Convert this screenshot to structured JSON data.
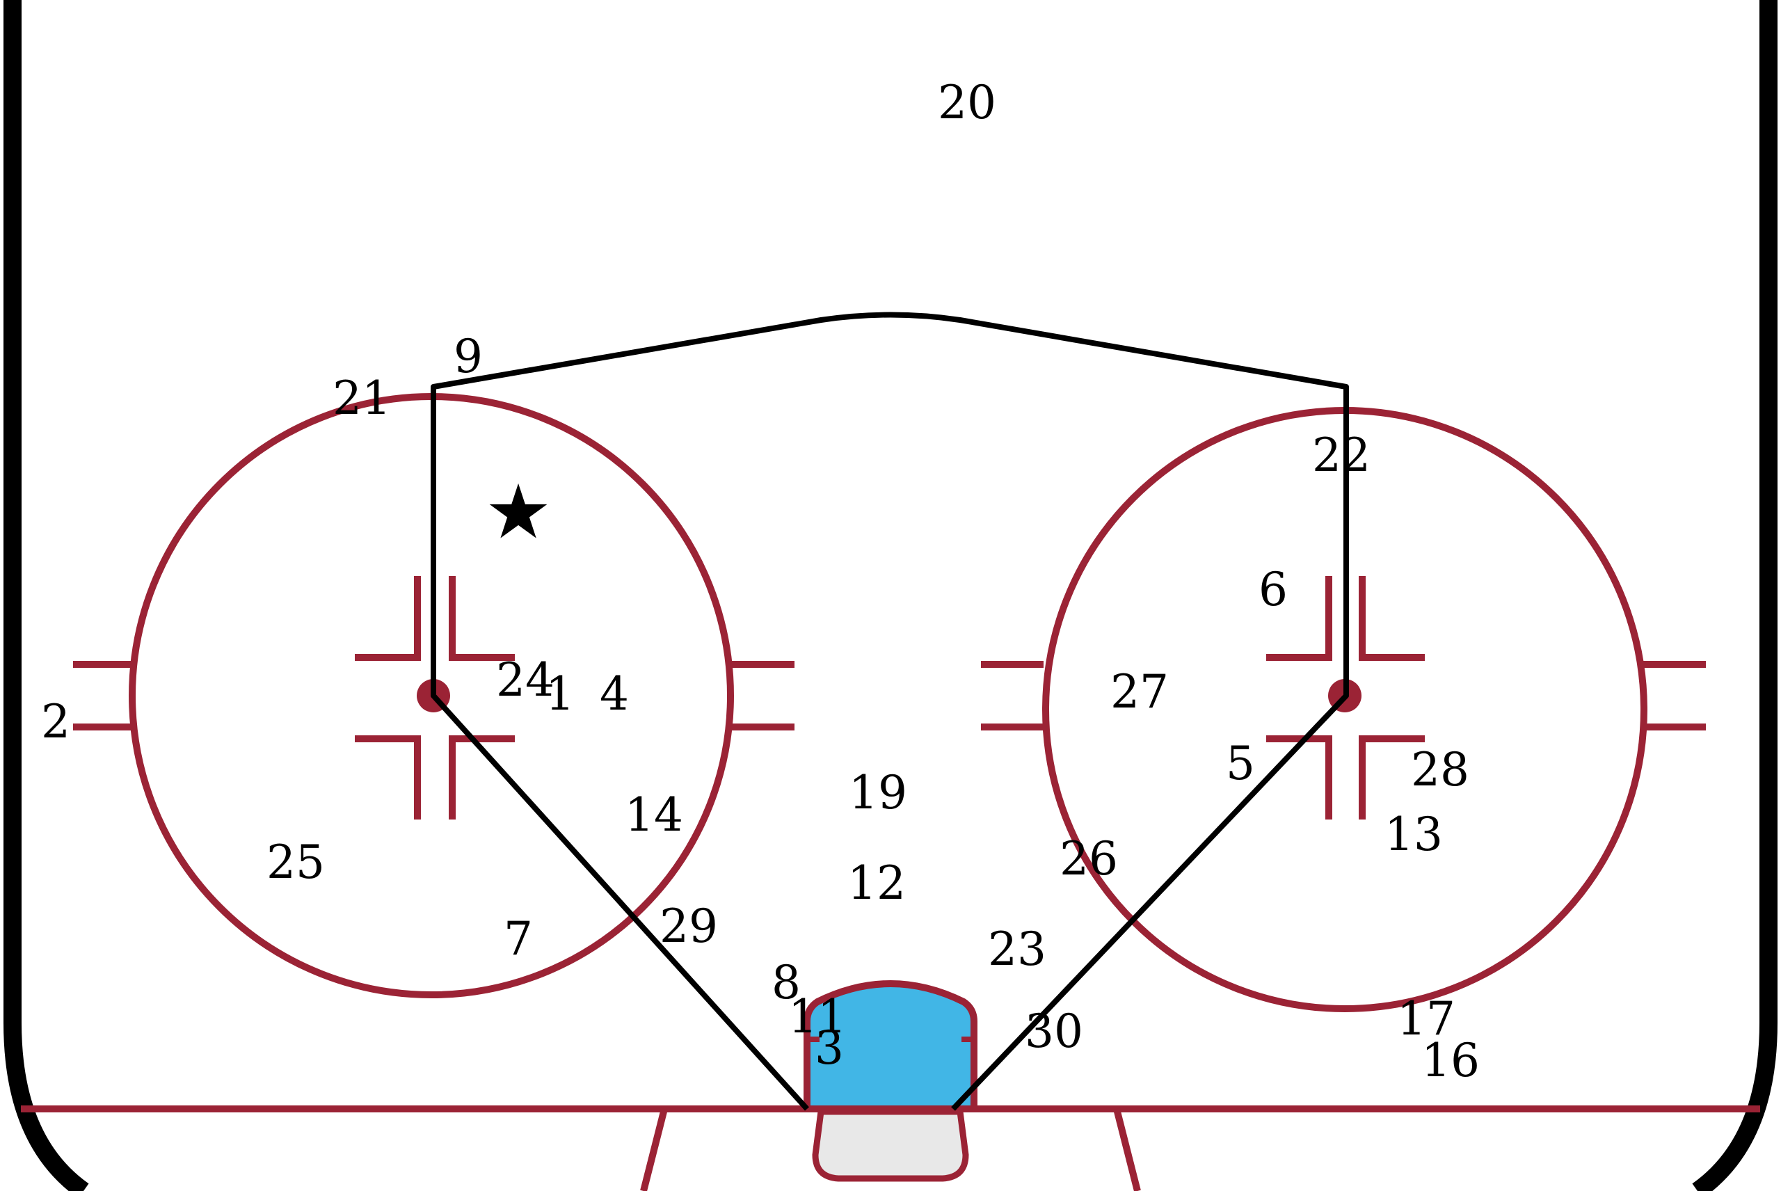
{
  "rink": {
    "ice_color": "#ffffff",
    "line_color": "#9b2335",
    "crease_color": "#41b6e6",
    "net_color": "#e8e8e8",
    "zone_color": "#000000",
    "board_color": "#000000"
  },
  "marker": {
    "icon": "star-icon",
    "symbol": "★"
  },
  "positions": [
    {
      "id": "pos-1",
      "label": "1"
    },
    {
      "id": "pos-2",
      "label": "2"
    },
    {
      "id": "pos-3",
      "label": "3"
    },
    {
      "id": "pos-4",
      "label": "4"
    },
    {
      "id": "pos-5",
      "label": "5"
    },
    {
      "id": "pos-6",
      "label": "6"
    },
    {
      "id": "pos-7",
      "label": "7"
    },
    {
      "id": "pos-8",
      "label": "8"
    },
    {
      "id": "pos-9",
      "label": "9"
    },
    {
      "id": "pos-11",
      "label": "11"
    },
    {
      "id": "pos-12",
      "label": "12"
    },
    {
      "id": "pos-13",
      "label": "13"
    },
    {
      "id": "pos-14",
      "label": "14"
    },
    {
      "id": "pos-16",
      "label": "16"
    },
    {
      "id": "pos-17",
      "label": "17"
    },
    {
      "id": "pos-19",
      "label": "19"
    },
    {
      "id": "pos-20",
      "label": "20"
    },
    {
      "id": "pos-21",
      "label": "21"
    },
    {
      "id": "pos-22",
      "label": "22"
    },
    {
      "id": "pos-23",
      "label": "23"
    },
    {
      "id": "pos-24",
      "label": "24"
    },
    {
      "id": "pos-25",
      "label": "25"
    },
    {
      "id": "pos-26",
      "label": "26"
    },
    {
      "id": "pos-27",
      "label": "27"
    },
    {
      "id": "pos-28",
      "label": "28"
    },
    {
      "id": "pos-29",
      "label": "29"
    },
    {
      "id": "pos-30",
      "label": "30"
    }
  ]
}
